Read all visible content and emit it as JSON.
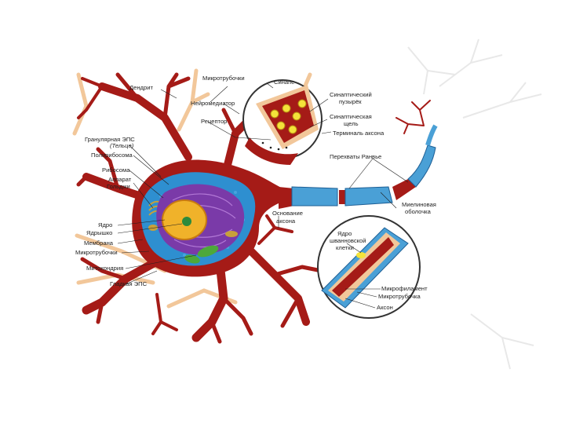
{
  "diagram": {
    "labels": {
      "dendrite": "Дендрит",
      "microtubules_top": "Микротрубочки",
      "synapse": "Синапс",
      "neurotransmitter": "Нейромедиатор",
      "synaptic_vesicle_1": "Синаптический",
      "synaptic_vesicle_2": "пузырёк",
      "receptor": "Рецептор",
      "synaptic_cleft_1": "Синаптическая",
      "synaptic_cleft_2": "щель",
      "axon_terminal": "Терминаль аксона",
      "rough_er": "Гранулярная ЭПС",
      "nissl": "(Тельце)",
      "polyribosome": "Полирибосома",
      "ribosome": "Рибосома",
      "golgi_1": "Аппарат",
      "golgi_2": "Гольджи",
      "nodes_ranvier": "Перехваты Ранвье",
      "myelin_1": "Миелиновая",
      "myelin_2": "оболочка",
      "axon_hillock_1": "Основание",
      "axon_hillock_2": "аксона",
      "nucleus": "Ядро",
      "nucleolus": "Ядрышко",
      "membrane": "Мембрана",
      "microtubules_left": "Микротрубочки",
      "schwann_1": "Ядро",
      "schwann_2": "шванновской",
      "schwann_3": "клетки",
      "mitochondria": "Митохондрия",
      "smooth_er": "Гладкая ЭПС",
      "microfilament": "Микрофиламент",
      "microtubule_axon": "Микротрубочка",
      "axon": "Аксон"
    },
    "colors": {
      "neuron": "#a51b17",
      "cytoplasm": "#2e8fd0",
      "nucleus": "#7a3aa8",
      "nucleolus": "#f0b22a",
      "myelin": "#4aa0d6",
      "background_dendrites": "#f2c79a"
    }
  }
}
